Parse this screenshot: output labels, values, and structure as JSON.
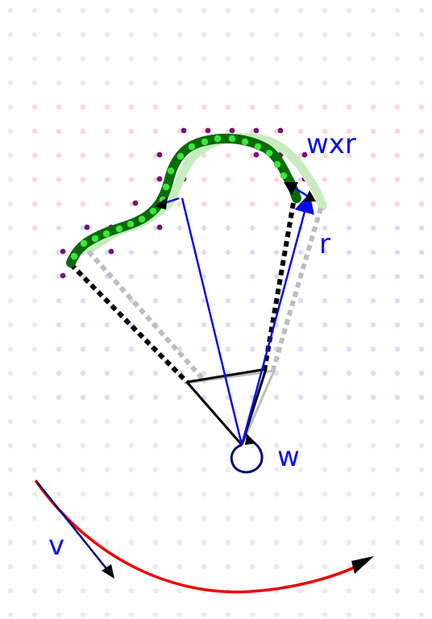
{
  "labels": {
    "cross_product": "wxr",
    "radius": "r",
    "angular_velocity": "w",
    "linear_velocity": "v"
  },
  "colors": {
    "background_dot": "#ececec",
    "pink_dot": "#f8d8dc",
    "lavender_dot": "#dcdcf6",
    "purple_dot": "#7a0f7a",
    "curve_dark_green": "#0a6a0a",
    "curve_light_green": "#38e838",
    "ghost_curve": "#c8ecc0",
    "vector_blue": "#0a0aee",
    "label_blue": "#1010e6",
    "dotted_black": "#000000",
    "dotted_gray": "#bdbdbd",
    "arc_red": "#f00000",
    "v_navy": "#0a0a7a"
  },
  "icons": [
    "rotation-arrow-icon",
    "arrowhead-icon"
  ]
}
